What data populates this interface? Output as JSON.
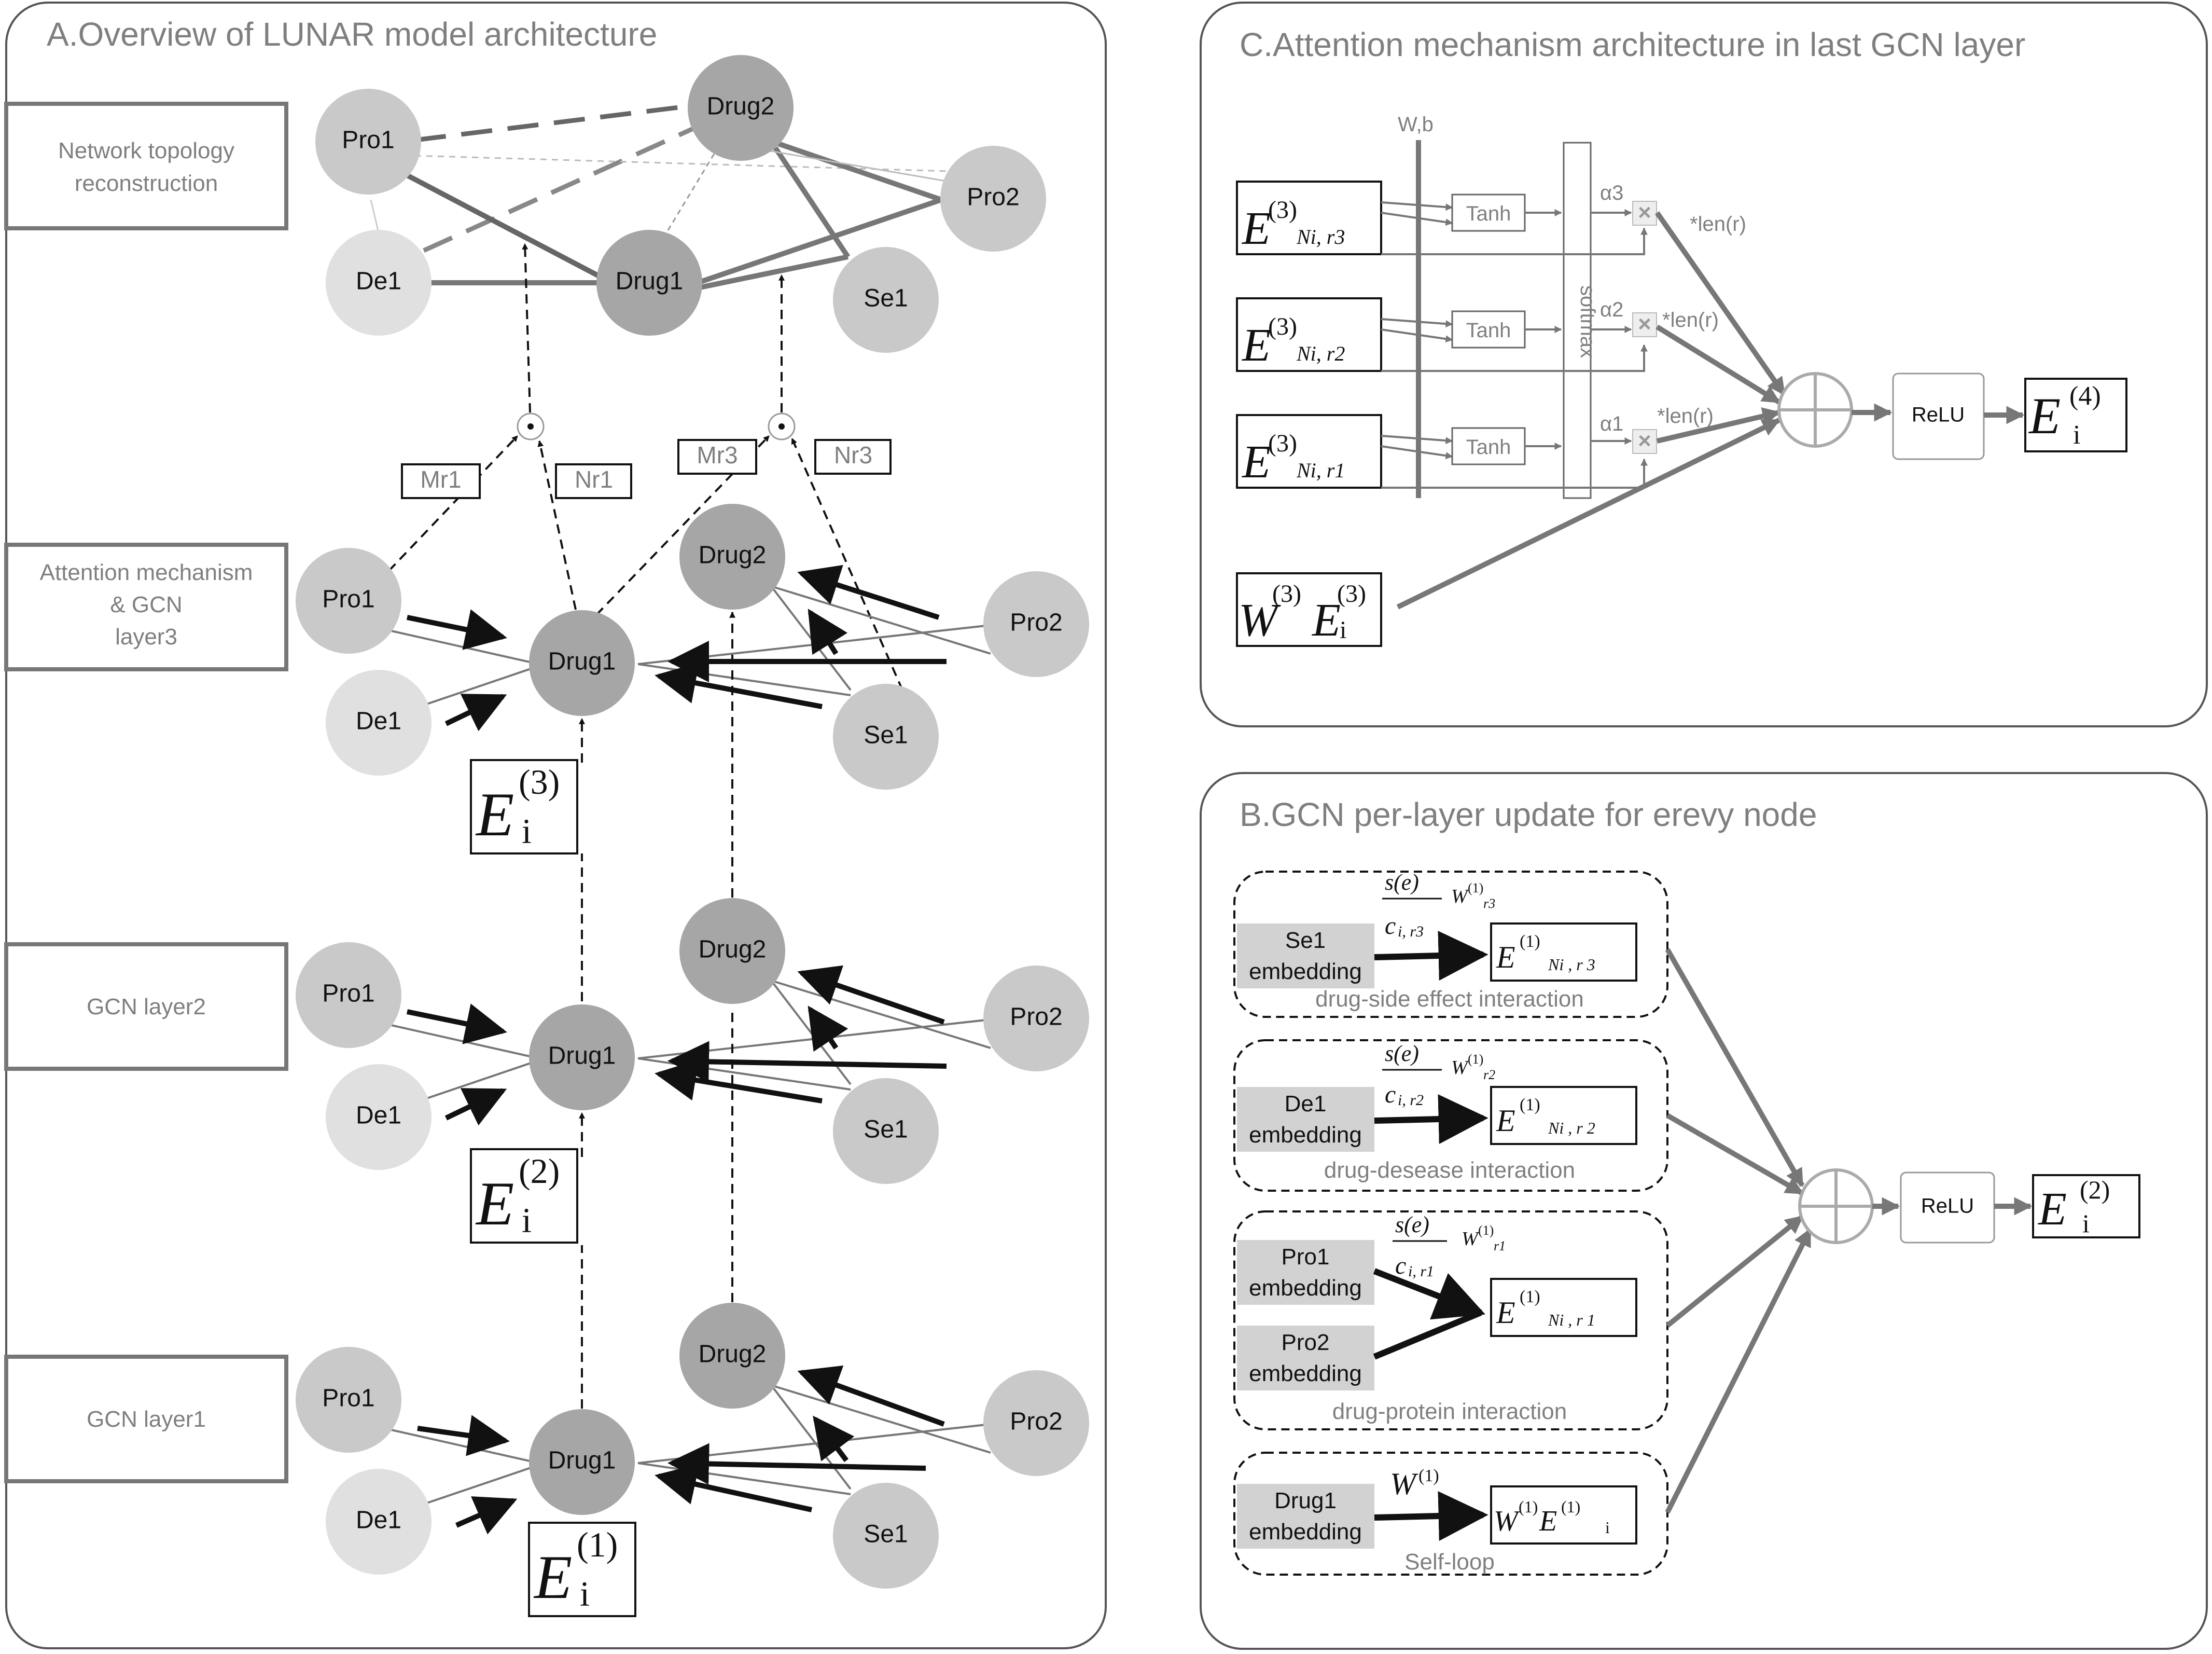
{
  "panel_a": {
    "title": "A.Overview of LUNAR model architecture",
    "row_labels": {
      "topology_1": "Network topology",
      "topology_2": "reconstruction",
      "att_1": "Attention mechanism",
      "att_2": "& GCN",
      "att_3": "layer3",
      "gcn2": "GCN layer2",
      "gcn1": "GCN layer1"
    },
    "nodes": {
      "pro1": "Pro1",
      "drug2": "Drug2",
      "pro2": "Pro2",
      "de1": "De1",
      "drug1": "Drug1",
      "se1": "Se1"
    },
    "mr1": "Mr1",
    "nr1": "Nr1",
    "mr3": "Mr3",
    "nr3": "Nr3",
    "embeddings": {
      "e3_base": "E",
      "e3_sup": "(3)",
      "e3_sub": "i",
      "e2_base": "E",
      "e2_sup": "(2)",
      "e2_sub": "i",
      "e1_base": "E",
      "e1_sup": "(1)",
      "e1_sub": "i"
    }
  },
  "panel_c": {
    "title": "C.Attention mechanism architecture in last GCN layer",
    "wb": "W,b",
    "tanh": "Tanh",
    "softmax": "softmax",
    "len": "*len(r)",
    "alpha3": "α3",
    "alpha2": "α2",
    "alpha1": "α1",
    "relu": "ReLU",
    "inputs": {
      "e": "E",
      "sup": "(3)",
      "sub_r3": "Ni, r3",
      "sub_r2": "Ni, r2",
      "sub_r1": "Ni, r1"
    },
    "self": {
      "w": "W",
      "e": "E",
      "sup": "(3)",
      "sub": "i"
    },
    "output": {
      "e": "E",
      "sup": "(4)",
      "sub": "i"
    }
  },
  "panel_b": {
    "title": "B.GCN per-layer update for erevy node",
    "coef_num": "s(e)",
    "coef_den_c": "c",
    "coef_den_r3": "i, r3",
    "coef_den_r2": "i, r2",
    "coef_den_r1": "i, r1",
    "w": "W",
    "w_sup": "(1)",
    "r3": "r3",
    "r2": "r2",
    "r1": "r1",
    "embed_se1_1": "Se1",
    "embed_de1_1": "De1",
    "embed_pro1_1": "Pro1",
    "embed_pro2_1": "Pro2",
    "embed_drug1_1": "Drug1",
    "embedding": "embedding",
    "out_e": "E",
    "out_sup": "(1)",
    "out_sub_r3": "Ni , r 3",
    "out_sub_r2": "Ni , r 2",
    "out_sub_r1": "Ni , r 1",
    "self_sub": "i",
    "interactions": {
      "se": "drug-side effect  interaction",
      "de": "drug-desease  interaction",
      "pro": "drug-protein  interaction",
      "self": "Self-loop"
    },
    "relu": "ReLU",
    "output": {
      "e": "E",
      "sup": "(2)",
      "sub": "i"
    }
  }
}
